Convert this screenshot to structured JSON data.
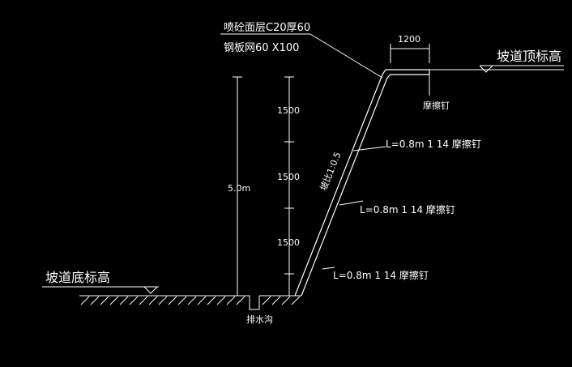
{
  "labels": {
    "shotcrete": "喷砼面层C20厚60",
    "mesh": "钢板网60 X100",
    "dim_1200": "1200",
    "top_elev": "坡道顶标高",
    "anchor_nail_top": "摩擦钉",
    "slope_ratio": "坡比1:0.5",
    "height_total": "5.0m",
    "seg1": "1500",
    "seg2": "1500",
    "seg3": "1500",
    "nail1": "L=0.8m 1 14 摩擦钉",
    "nail2": "L=0.8m 1 14 摩擦钉",
    "nail3": "L=0.8m 1 14 摩擦钉",
    "bottom_elev": "坡道底标高",
    "drain": "排水沟"
  },
  "colors": {
    "background": "#000000",
    "lines": "#ffffff"
  }
}
